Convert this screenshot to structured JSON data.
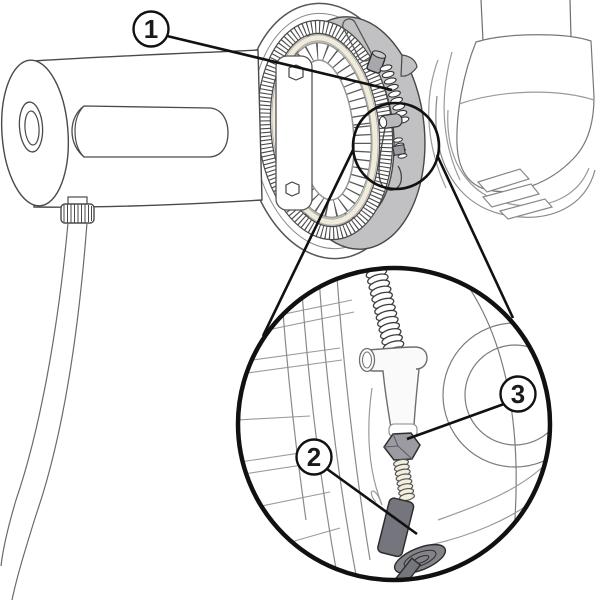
{
  "figure": {
    "kind": "brake-assembly-parts-diagram",
    "callouts": [
      {
        "label": "1"
      },
      {
        "label": "2"
      },
      {
        "label": "3"
      }
    ],
    "colors": {
      "outline": "#3a3a3a",
      "drum_band_gray": "#c1c1c4",
      "boot_gray": "#75757d",
      "nut_gray": "#9b9ba1",
      "cream_ring": "#f1ecd9",
      "callout_line": "#111111"
    }
  }
}
